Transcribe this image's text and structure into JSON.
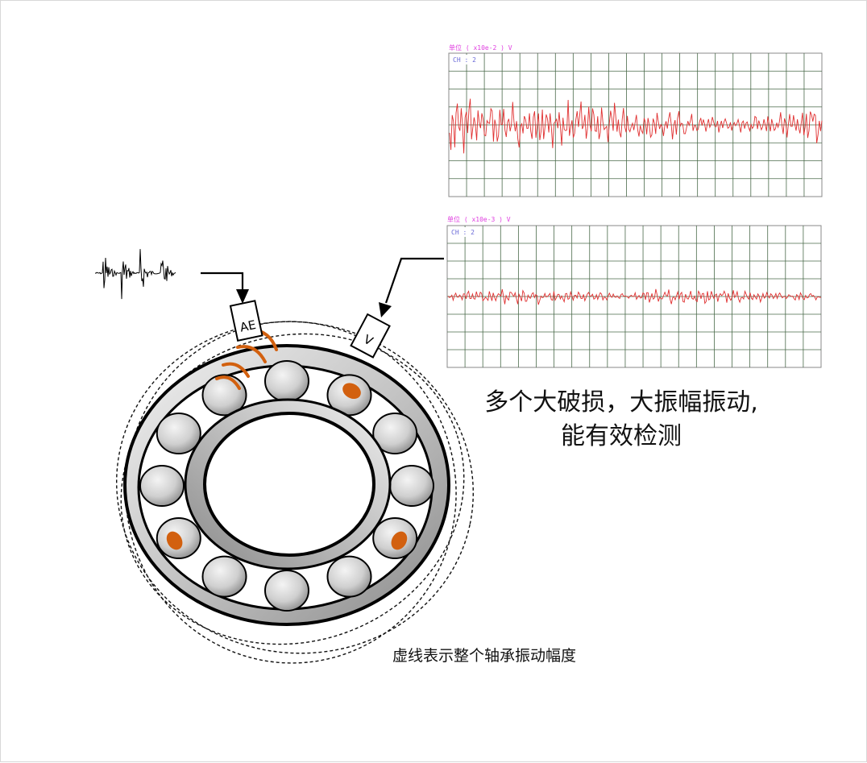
{
  "panels": [
    {
      "unit_label": "单位 ( x10e-2 ) V",
      "channel_label": "CH : 2"
    },
    {
      "unit_label": "单位 ( x10e-3 ) V",
      "channel_label": "CH : 2"
    }
  ],
  "sensors": {
    "ae_label": "AE",
    "v_label": "V"
  },
  "captions": {
    "main_line1": "多个大破损，大振幅振动,",
    "main_line2": "能有效检测",
    "dashed_note": "虚线表示整个轴承振动幅度"
  },
  "colors": {
    "trace": "#e03030",
    "grid": "#4a6a4a",
    "defect": "#d2600f",
    "ball": "#d6d6d6",
    "ring": "#bdbdbd"
  }
}
